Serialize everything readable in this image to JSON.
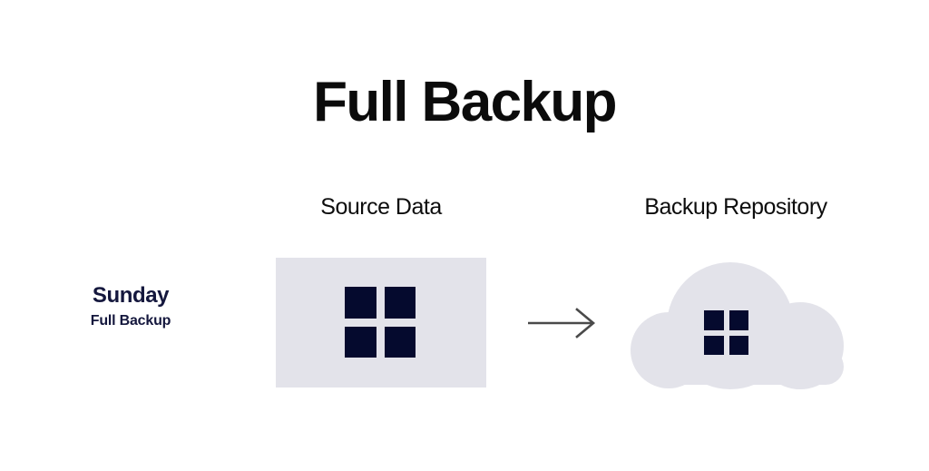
{
  "page": {
    "title": "Full Backup",
    "background_color": "#ffffff"
  },
  "colors": {
    "title_text": "#0b0b0b",
    "heading_text": "#0d0d0d",
    "day_text": "#14173d",
    "shape_fill": "#e3e3ea",
    "grid_fill": "#050a2e",
    "arrow_stroke": "#4a4a4a"
  },
  "headings": {
    "source": "Source Data",
    "repository": "Backup Repository"
  },
  "schedule": [
    {
      "day": "Sunday",
      "backup_type": "Full Backup"
    }
  ],
  "diagram": {
    "source_icon": "grid-2x2-icon",
    "flow_icon": "arrow-right-icon",
    "repository_icon": "cloud-icon",
    "repository_content_icon": "grid-2x2-icon",
    "grid_cells": 4
  }
}
